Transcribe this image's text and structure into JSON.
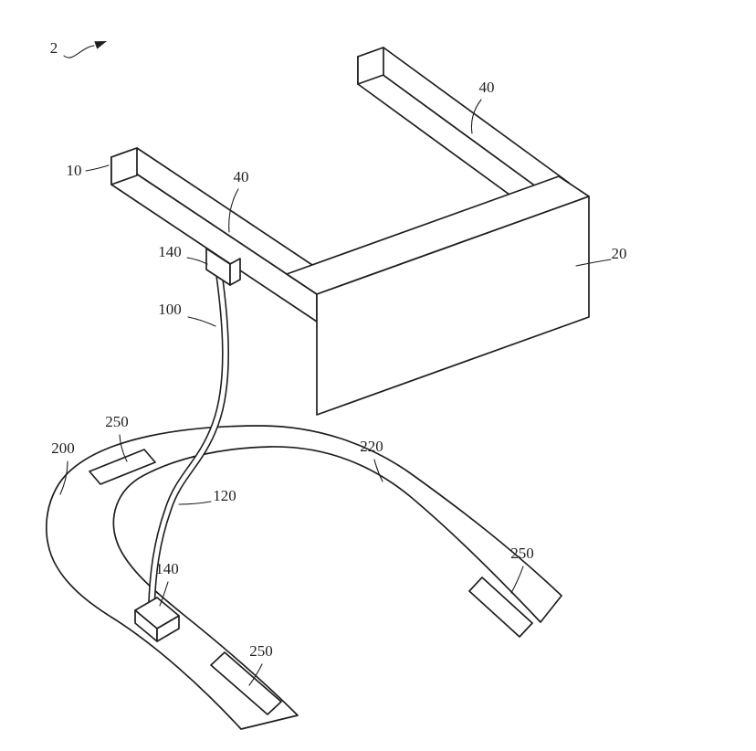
{
  "colors": {
    "ink": "#1f1f1f",
    "paper": "#ffffff"
  },
  "labels": {
    "figure_number": "2",
    "temple_arm_right": "40",
    "frame_left_end": "10",
    "temple_arm_left": "40",
    "connector_upper": "140",
    "housing": "20",
    "cable_upper": "100",
    "pad_top_left": "250",
    "headband": "200",
    "headband_right_side": "220",
    "cable_lower": "120",
    "pad_right": "250",
    "connector_lower": "140",
    "pad_bottom": "250"
  }
}
